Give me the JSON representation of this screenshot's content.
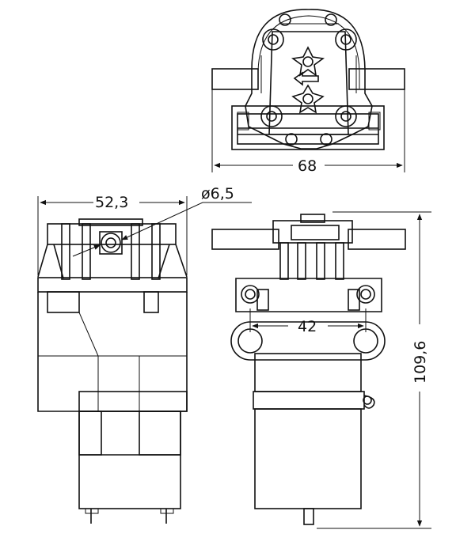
{
  "drawing": {
    "dimensions": {
      "top_width": "68",
      "side_width": "52,3",
      "port_diameter": "ø6,5",
      "mount_spacing": "42",
      "overall_height": "109,6"
    }
  }
}
